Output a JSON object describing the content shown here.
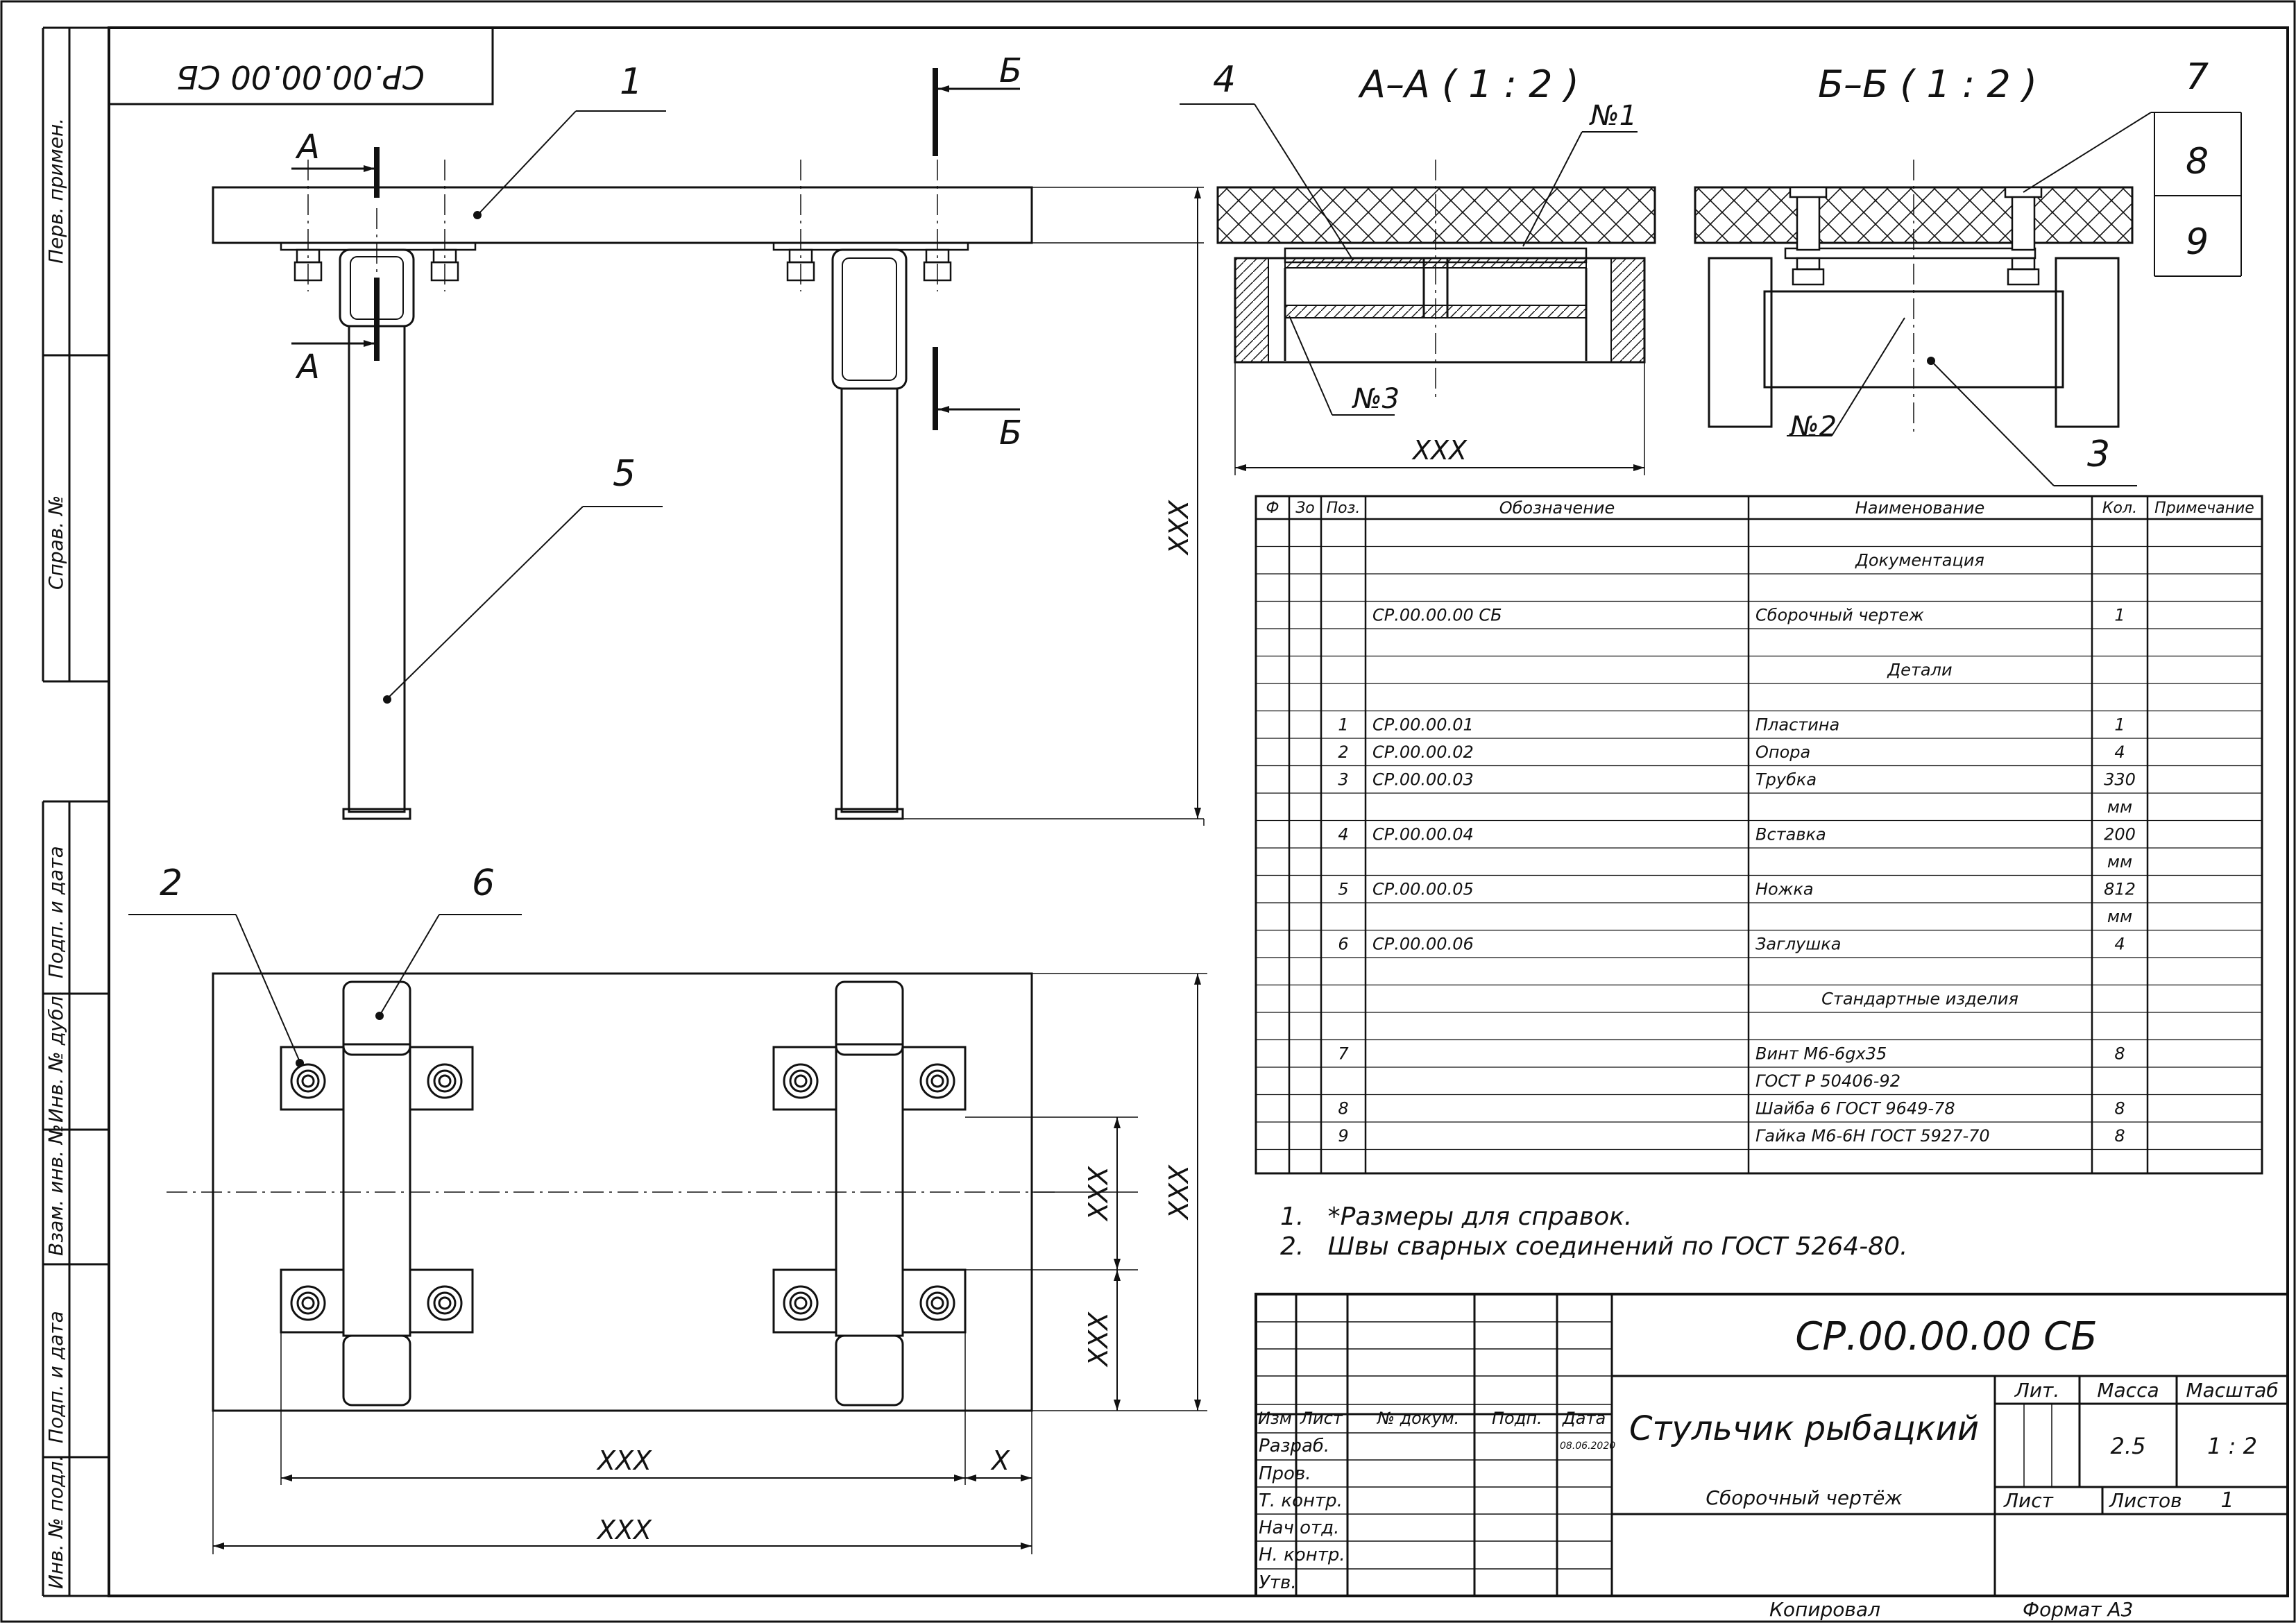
{
  "stamp_code_inverted": "СР.00.00.00 СБ",
  "side_labels": [
    "Перв. примен.",
    "Справ. №",
    "Подп. и дата",
    "Инв. № дубл.",
    "Взам. инв. №",
    "Подп. и дата",
    "Инв. № подл."
  ],
  "callouts": {
    "p1": "1",
    "p2": "2",
    "p3": "3",
    "p4": "4",
    "p5": "5",
    "p6": "6",
    "p7": "7",
    "p8": "8",
    "p9": "9"
  },
  "cuts": {
    "a": "А",
    "b": "Б"
  },
  "sections": {
    "aa": "А–А ( 1 : 2 )",
    "bb": "Б–Б ( 1 : 2 )"
  },
  "welds": {
    "n1": "№1",
    "n2": "№2",
    "n3": "№3"
  },
  "dims": {
    "xxx": "XXX",
    "x": "X"
  },
  "bom": {
    "headers": [
      "Ф",
      "Зо",
      "Поз.",
      "Обозначение",
      "Наименование",
      "Кол.",
      "Примечание"
    ],
    "rows": [
      {
        "pos": "",
        "code": "",
        "name": "",
        "qty": ""
      },
      {
        "pos": "",
        "code": "",
        "name": "Документация",
        "qty": "",
        "center": true
      },
      {
        "pos": "",
        "code": "",
        "name": "",
        "qty": ""
      },
      {
        "pos": "",
        "code": "СР.00.00.00 СБ",
        "name": "Сборочный чертеж",
        "qty": "1"
      },
      {
        "pos": "",
        "code": "",
        "name": "",
        "qty": ""
      },
      {
        "pos": "",
        "code": "",
        "name": "Детали",
        "qty": "",
        "center": true
      },
      {
        "pos": "",
        "code": "",
        "name": "",
        "qty": ""
      },
      {
        "pos": "1",
        "code": "СР.00.00.01",
        "name": "Пластина",
        "qty": "1"
      },
      {
        "pos": "2",
        "code": "СР.00.00.02",
        "name": "Опора",
        "qty": "4"
      },
      {
        "pos": "3",
        "code": "СР.00.00.03",
        "name": "Трубка",
        "qty": "330"
      },
      {
        "pos": "",
        "code": "",
        "name": "",
        "qty": "мм"
      },
      {
        "pos": "4",
        "code": "СР.00.00.04",
        "name": "Вставка",
        "qty": "200"
      },
      {
        "pos": "",
        "code": "",
        "name": "",
        "qty": "мм"
      },
      {
        "pos": "5",
        "code": "СР.00.00.05",
        "name": "Ножка",
        "qty": "812"
      },
      {
        "pos": "",
        "code": "",
        "name": "",
        "qty": "мм"
      },
      {
        "pos": "6",
        "code": "СР.00.00.06",
        "name": "Заглушка",
        "qty": "4"
      },
      {
        "pos": "",
        "code": "",
        "name": "",
        "qty": ""
      },
      {
        "pos": "",
        "code": "",
        "name": "Стандартные изделия",
        "qty": "",
        "center": true
      },
      {
        "pos": "",
        "code": "",
        "name": "",
        "qty": ""
      },
      {
        "pos": "7",
        "code": "",
        "name": "Винт М6-6gx35",
        "qty": "8"
      },
      {
        "pos": "",
        "code": "",
        "name": "ГОСТ Р 50406-92",
        "qty": ""
      },
      {
        "pos": "8",
        "code": "",
        "name": "Шайба 6 ГОСТ 9649-78",
        "qty": "8"
      },
      {
        "pos": "9",
        "code": "",
        "name": "Гайка М6-6Н ГОСТ 5927-70",
        "qty": "8"
      },
      {
        "pos": "",
        "code": "",
        "name": "",
        "qty": ""
      }
    ]
  },
  "notes": [
    "1.   *Размеры для справок.",
    "2.   Швы сварных соединений по ГОСТ 5264-80."
  ],
  "title_block": {
    "designation": "СР.00.00.00 СБ",
    "name": "Стульчик рыбацкий",
    "doc_type": "Сборочный чертёж",
    "lit_label": "Лит.",
    "mass_label": "Масса",
    "scale_label": "Масштаб",
    "mass": "2.5",
    "scale": "1 : 2",
    "sheet_label": "Лист",
    "sheets_label": "Листов",
    "sheets": "1",
    "col_headers": [
      "Изм",
      "Лист",
      "№ докум.",
      "Подп.",
      "Дата"
    ],
    "date": "08.06.2020",
    "roles": [
      "Разраб.",
      "Пров.",
      "Т. контр.",
      "Нач.отд.",
      "Н. контр.",
      "Утв."
    ]
  },
  "footer": {
    "copied": "Копировал",
    "format": "Формат А3"
  }
}
